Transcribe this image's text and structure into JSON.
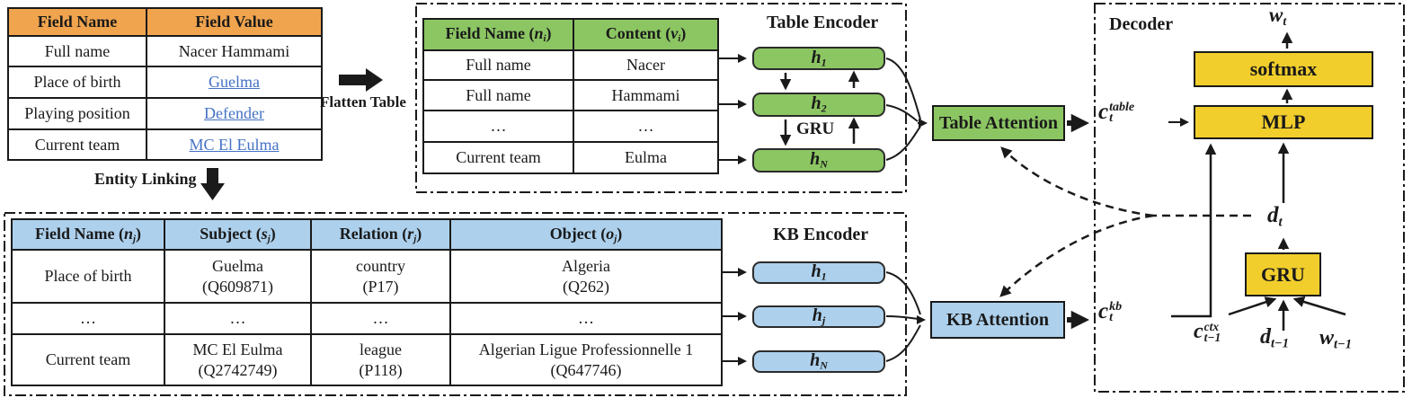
{
  "colors": {
    "header_orange": "#F0A44E",
    "encoder_green": "#8CC663",
    "kb_blue": "#ADD0EC",
    "decoder_yellow": "#F1CE2C",
    "link_blue": "#4472C4",
    "ink": "#1a1a1a"
  },
  "source_table": {
    "headers": [
      "Field Name",
      "Field Value"
    ],
    "rows": [
      {
        "name": "Full name",
        "value": "Nacer Hammami"
      },
      {
        "name": "Place of birth",
        "value": "Guelma"
      },
      {
        "name": "Playing position",
        "value": "Defender"
      },
      {
        "name": "Current team",
        "value": "MC El Eulma"
      }
    ]
  },
  "flatten_arrow_label": "Flatten Table",
  "entity_linking_label": "Entity Linking",
  "table_encoder": {
    "title": "Table Encoder",
    "header": {
      "name": {
        "label": "Field Name (",
        "symbol": "n",
        "sub": "i",
        "close": ")"
      },
      "content": {
        "label": "Content (",
        "symbol": "v",
        "sub": "i",
        "close": ")"
      }
    },
    "rows": [
      [
        "Full name",
        "Nacer"
      ],
      [
        "Full name",
        "Hammami"
      ],
      [
        "…",
        "…"
      ],
      [
        "Current team",
        "Eulma"
      ]
    ],
    "units": [
      {
        "base": "h",
        "sub": "1"
      },
      {
        "base": "h",
        "sub": "2"
      },
      {
        "base": "h",
        "sub": "N"
      }
    ],
    "gru_label": "GRU"
  },
  "kb_table": {
    "header": {
      "name": {
        "label": "Field Name (",
        "symbol": "n",
        "sub": "j",
        "close": ")"
      },
      "subject": {
        "label": "Subject (",
        "symbol": "s",
        "sub": "j",
        "close": ")"
      },
      "relation": {
        "label": "Relation (",
        "symbol": "r",
        "sub": "j",
        "close": ")"
      },
      "object": {
        "label": "Object (",
        "symbol": "o",
        "sub": "j",
        "close": ")"
      }
    },
    "rows": [
      {
        "field": "Place of birth",
        "subject": [
          "Guelma",
          "(Q609871)"
        ],
        "relation": [
          "country",
          "(P17)"
        ],
        "object": [
          "Algeria",
          "(Q262)"
        ]
      },
      {
        "field": "…",
        "subject": [
          "…",
          ""
        ],
        "relation": [
          "…",
          ""
        ],
        "object": [
          "…",
          ""
        ]
      },
      {
        "field": "Current team",
        "subject": [
          "MC El Eulma",
          "(Q2742749)"
        ],
        "relation": [
          "league",
          "(P118)"
        ],
        "object": [
          "Algerian Ligue Professionnelle 1",
          "(Q647746)"
        ]
      }
    ]
  },
  "kb_encoder": {
    "title": "KB Encoder",
    "units": [
      {
        "base": "h",
        "sub": "1"
      },
      {
        "base": "h",
        "sub": "j"
      },
      {
        "base": "h",
        "sub": "N"
      }
    ]
  },
  "attention": {
    "table_label": "Table Attention",
    "kb_label": "KB Attention"
  },
  "decoder": {
    "title": "Decoder",
    "softmax": "softmax",
    "mlp": "MLP",
    "gru": "GRU",
    "w_t": {
      "base": "w",
      "sub": "t"
    },
    "d_t": {
      "base": "d",
      "sub": "t"
    },
    "c_table": {
      "base": "c",
      "sup": "table",
      "sub": "t"
    },
    "c_kb": {
      "base": "c",
      "sup": "kb",
      "sub": "t"
    },
    "c_ctx": {
      "base": "c",
      "sup": "ctx",
      "sub": "t−1"
    },
    "d_prev": {
      "base": "d",
      "sub": "t−1"
    },
    "w_prev": {
      "base": "w",
      "sub": "t−1"
    }
  }
}
